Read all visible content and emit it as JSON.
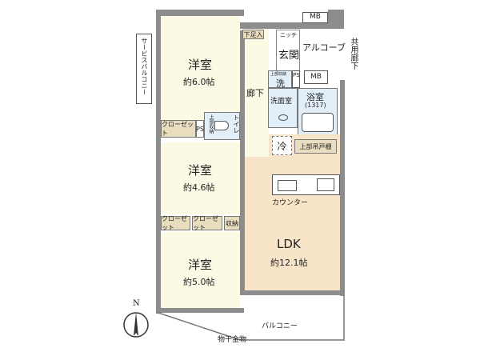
{
  "rooms": {
    "bedroom1": {
      "name": "洋室",
      "size": "約6.0帖"
    },
    "bedroom2": {
      "name": "洋室",
      "size": "約4.6帖"
    },
    "bedroom3": {
      "name": "洋室",
      "size": "約5.0帖"
    },
    "ldk": {
      "name": "LDK",
      "size": "約12.1帖"
    }
  },
  "labels": {
    "service_balcony": "サービスバルコニー",
    "shoe_storage": "下足入",
    "niche": "ニッチ",
    "entrance": "玄関",
    "alcove": "アルコーブ",
    "mb_top": "MB",
    "mb_mid": "MB",
    "common_corridor": "共用廊下",
    "corridor": "廊下",
    "washer": "洗",
    "upper_storage_wash": "上部収納",
    "ps_wash": "PS",
    "washroom": "洗面室",
    "bathroom": "浴室",
    "bath_size": "(1317)",
    "fridge": "冷",
    "upper_cabinet": "上部吊戸棚",
    "closet1": "クローゼット",
    "ps_toilet": "PS",
    "upper_storage_toilet": "上部収納",
    "toilet": "トイレ",
    "counter": "カウンター",
    "closet2": "クローゼット",
    "closet3": "クローゼット",
    "storage": "収納",
    "balcony": "バルコニー",
    "drying_hardware": "物干金物",
    "north": "N"
  },
  "colors": {
    "wall": "#8c8c8c",
    "room": "#fcf9e4",
    "ldk": "#f8e4c8",
    "wet": "#e2eff8",
    "closet": "#e9ddc0"
  }
}
